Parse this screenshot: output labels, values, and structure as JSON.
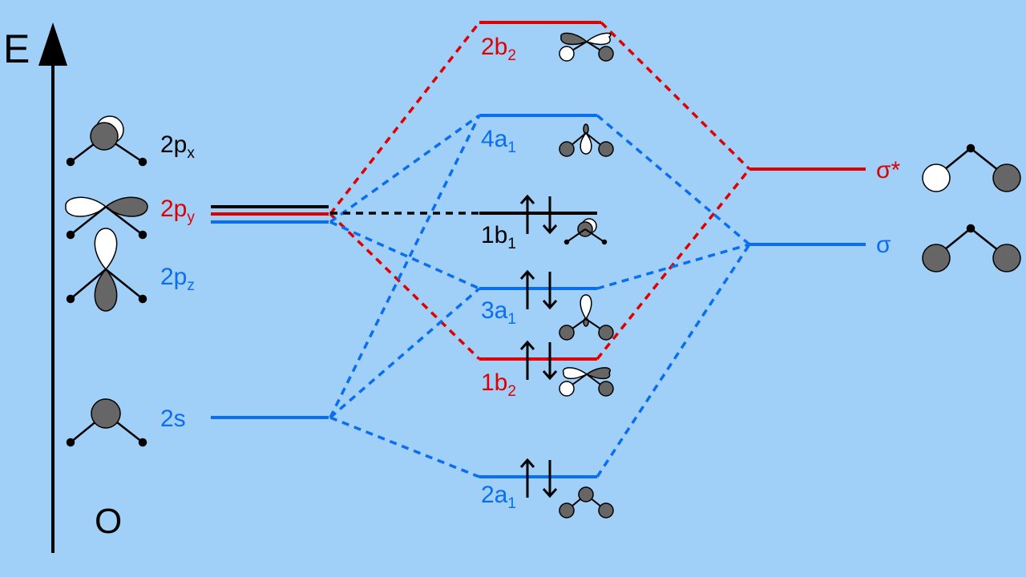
{
  "axis": {
    "label": "E",
    "atom": "O"
  },
  "colors": {
    "blue": "#0a6ef0",
    "red": "#e00000",
    "black": "#000000",
    "lobe_dark": "#666666",
    "background": "#a0cff7"
  },
  "oxygen_orbitals": [
    {
      "main": "2p",
      "sub": "x",
      "color": "black"
    },
    {
      "main": "2p",
      "sub": "y",
      "color": "red"
    },
    {
      "main": "2p",
      "sub": "z",
      "color": "blue"
    },
    {
      "main": "2s",
      "sub": "",
      "color": "blue"
    }
  ],
  "molecular_orbitals": [
    {
      "main": "2b",
      "sub": "2",
      "color": "red",
      "electrons": 0
    },
    {
      "main": "4a",
      "sub": "1",
      "color": "blue",
      "electrons": 0
    },
    {
      "main": "1b",
      "sub": "1",
      "color": "black",
      "electrons": 2
    },
    {
      "main": "3a",
      "sub": "1",
      "color": "blue",
      "electrons": 2
    },
    {
      "main": "1b",
      "sub": "2",
      "color": "red",
      "electrons": 2
    },
    {
      "main": "2a",
      "sub": "1",
      "color": "blue",
      "electrons": 2
    }
  ],
  "hydrogen_orbitals": [
    {
      "label": "σ*",
      "color": "red"
    },
    {
      "label": "σ",
      "color": "blue"
    }
  ]
}
